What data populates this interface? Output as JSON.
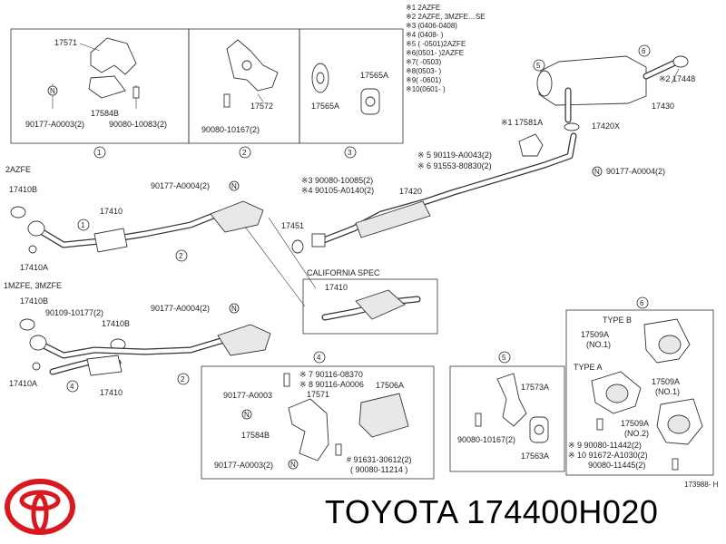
{
  "header_notes": [
    "※1  2AZFE",
    "※2  2AZFE, 3MZFE…SE",
    "※3  (0406-0408)",
    "※4  (0408-    )",
    "※5  (    -0501)2AZFE",
    "※6(0501-    )2AZFE",
    "※7(    -0503)",
    "※8(0503-    )",
    "※9(    -0601)",
    "※10(0601-    )"
  ],
  "boxes": {
    "b1": {
      "labels": [
        "17571",
        "17584B",
        "90177-A0003(2)",
        "90080-10083(2)"
      ],
      "circle": "1"
    },
    "b2": {
      "labels": [
        "17572",
        "90080-10167(2)"
      ],
      "circle": "2"
    },
    "b3": {
      "labels": [
        "17565A",
        "17565A"
      ],
      "circle": "3"
    },
    "b4": {
      "labels": [
        "※ 7  90116-08370",
        "※ 8  90116-A0006",
        "17571",
        "17506A",
        "90177-A0003",
        "17584B",
        "90177-A0003(2)",
        "# 91631-30612(2)",
        "( 90080-11214 )"
      ],
      "circle": "4"
    },
    "b5": {
      "labels": [
        "17573A",
        "90080-10167(2)",
        "17563A"
      ],
      "circle": "5"
    },
    "b6": {
      "labels": [
        "TYPE B",
        "17509A",
        "(NO.1)",
        "TYPE A",
        "17509A",
        "(NO.1)",
        "17509A",
        "(NO.2)",
        "※ 9    90080-11442(2)",
        "※ 10  91672-A1030(2)",
        "90080-11445(2)"
      ],
      "circle": "6"
    }
  },
  "main": {
    "labels": [
      "6",
      "17430",
      "※2  17448",
      "※1  17581A",
      "17420X",
      "※ 5    90119-A0043(2)",
      "※ 6    91553-80830(2)",
      "90177-A0004(2)",
      "2AZFE",
      "17410B",
      "90177-A0004(2)",
      "17410",
      "17410A",
      "※3  90080-10085(2)",
      "※4  90105-A0140(2)",
      "17420",
      "17451",
      "CALIFORNIA SPEC",
      "17410",
      "1MZFE, 3MZFE",
      "17410B",
      "90109-10177(2)",
      "17410B",
      "90177-A0004(2)",
      "17410A",
      "17410",
      "173988- H"
    ],
    "circles": [
      "1",
      "2",
      "5",
      "3",
      "4",
      "2",
      "N",
      "N",
      "N",
      "N",
      "N",
      "N"
    ]
  },
  "brand": {
    "name": "TOYOTA",
    "part_number": "174400H020"
  }
}
